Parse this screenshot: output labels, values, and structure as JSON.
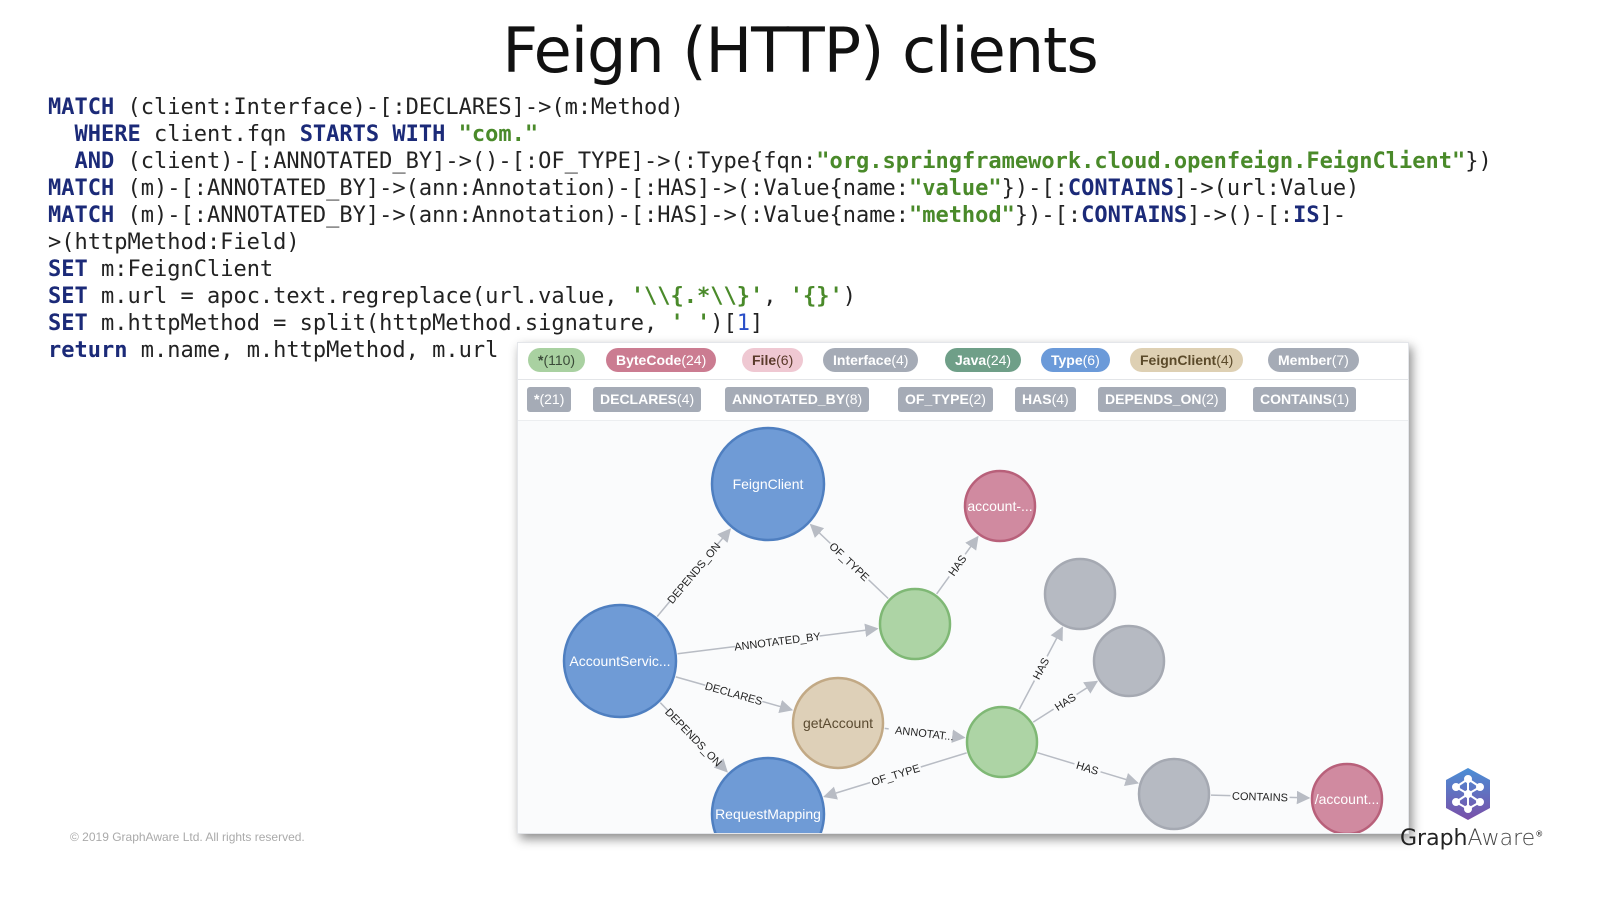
{
  "slide": {
    "title": "Feign (HTTP) clients",
    "footer": "© 2019 GraphAware Ltd. All rights reserved.",
    "logo": {
      "icon": "graphaware-hexagon-graph-icon",
      "brand_bold": "Graph",
      "brand_light": "Aware",
      "reg": "®"
    }
  },
  "code": {
    "lines": [
      [
        {
          "t": "kw",
          "v": "MATCH"
        },
        {
          "t": "p",
          "v": " (client:Interface)-[:DECLARES]->(m:Method)"
        }
      ],
      [
        {
          "t": "p",
          "v": "  "
        },
        {
          "t": "kw",
          "v": "WHERE"
        },
        {
          "t": "p",
          "v": " client.fqn "
        },
        {
          "t": "kw",
          "v": "STARTS WITH"
        },
        {
          "t": "p",
          "v": " "
        },
        {
          "t": "str",
          "v": "\"com.\""
        }
      ],
      [
        {
          "t": "p",
          "v": "  "
        },
        {
          "t": "kw",
          "v": "AND"
        },
        {
          "t": "p",
          "v": " (client)-[:ANNOTATED_BY]->()-[:OF_TYPE]->(:Type{fqn:"
        },
        {
          "t": "str",
          "v": "\"org.springframework.cloud.openfeign.FeignClient\""
        },
        {
          "t": "p",
          "v": "})"
        }
      ],
      [
        {
          "t": "kw",
          "v": "MATCH"
        },
        {
          "t": "p",
          "v": " (m)-[:ANNOTATED_BY]->(ann:Annotation)-[:HAS]->(:Value{name:"
        },
        {
          "t": "str",
          "v": "\"value\""
        },
        {
          "t": "p",
          "v": "})-[:"
        },
        {
          "t": "kw",
          "v": "CONTAINS"
        },
        {
          "t": "p",
          "v": "]->(url:Value)"
        }
      ],
      [
        {
          "t": "kw",
          "v": "MATCH"
        },
        {
          "t": "p",
          "v": " (m)-[:ANNOTATED_BY]->(ann:Annotation)-[:HAS]->(:Value{name:"
        },
        {
          "t": "str",
          "v": "\"method\""
        },
        {
          "t": "p",
          "v": "})-[:"
        },
        {
          "t": "kw",
          "v": "CONTAINS"
        },
        {
          "t": "p",
          "v": "]->()-[:"
        },
        {
          "t": "kw",
          "v": "IS"
        },
        {
          "t": "p",
          "v": "]-"
        }
      ],
      [
        {
          "t": "p",
          "v": ">(httpMethod:Field)"
        }
      ],
      [
        {
          "t": "kw",
          "v": "SET"
        },
        {
          "t": "p",
          "v": " m:FeignClient"
        }
      ],
      [
        {
          "t": "kw",
          "v": "SET"
        },
        {
          "t": "p",
          "v": " m.url = apoc.text.regreplace(url.value, "
        },
        {
          "t": "str",
          "v": "'\\\\{.*\\\\}'"
        },
        {
          "t": "p",
          "v": ", "
        },
        {
          "t": "str",
          "v": "'{}'"
        },
        {
          "t": "p",
          "v": ")"
        }
      ],
      [
        {
          "t": "kw",
          "v": "SET"
        },
        {
          "t": "p",
          "v": " m.httpMethod = split(httpMethod.signature, "
        },
        {
          "t": "str",
          "v": "' '"
        },
        {
          "t": "p",
          "v": ")["
        },
        {
          "t": "num",
          "v": "1"
        },
        {
          "t": "p",
          "v": "]"
        }
      ],
      [
        {
          "t": "kw",
          "v": "return"
        },
        {
          "t": "p",
          "v": " m.name, m.httpMethod, m.url"
        }
      ]
    ]
  },
  "browser": {
    "labels": [
      {
        "name": "*",
        "count": "(110)",
        "bg": "#a9d1a1",
        "fg": "#3a4a38"
      },
      {
        "name": "ByteCode",
        "count": "(24)",
        "bg": "#cb7c91",
        "fg": "#ffffff"
      },
      {
        "name": "File",
        "count": "(6)",
        "bg": "#efc8d2",
        "fg": "#5a3a2a"
      },
      {
        "name": "Interface",
        "count": "(4)",
        "bg": "#a5abb6",
        "fg": "#ffffff"
      },
      {
        "name": "Java",
        "count": "(24)",
        "bg": "#6f9f88",
        "fg": "#ffffff"
      },
      {
        "name": "Type",
        "count": "(6)",
        "bg": "#6b9ad9",
        "fg": "#ffffff"
      },
      {
        "name": "FeignClient",
        "count": "(4)",
        "bg": "#ded0b3",
        "fg": "#5b4a2a"
      },
      {
        "name": "Member",
        "count": "(7)",
        "bg": "#a5abb6",
        "fg": "#ffffff"
      }
    ],
    "relationships": [
      {
        "name": "*",
        "count": "(21)"
      },
      {
        "name": "DECLARES",
        "count": "(4)"
      },
      {
        "name": "ANNOTATED_BY",
        "count": "(8)"
      },
      {
        "name": "OF_TYPE",
        "count": "(2)"
      },
      {
        "name": "HAS",
        "count": "(4)"
      },
      {
        "name": "DEPENDS_ON",
        "count": "(2)"
      },
      {
        "name": "CONTAINS",
        "count": "(1)"
      }
    ],
    "colors": {
      "type": {
        "fill": "#6f9bd6",
        "stroke": "#4f7fc0",
        "text": "#ffffff"
      },
      "annotation": {
        "fill": "#add4a5",
        "stroke": "#7fb875",
        "text": "#ffffff"
      },
      "bytecode": {
        "fill": "#d08aa0",
        "stroke": "#b8607a",
        "text": "#ffffff"
      },
      "method": {
        "fill": "#ded0b8",
        "stroke": "#c2a985",
        "text": "#5a4a30"
      },
      "value": {
        "fill": "#b6bac2",
        "stroke": "#a5a9b2",
        "text": "#ffffff"
      },
      "edge": "#b8bcc4",
      "edge_label": "#222222"
    },
    "nodes": [
      {
        "id": "feign",
        "label": "FeignClient",
        "kind": "type"
      },
      {
        "id": "account_svc",
        "label": "AccountServic...",
        "kind": "type"
      },
      {
        "id": "request_mapping",
        "label": "RequestMapping",
        "kind": "type"
      },
      {
        "id": "get_account",
        "label": "getAccount",
        "kind": "method"
      },
      {
        "id": "ann1",
        "label": "",
        "kind": "annotation"
      },
      {
        "id": "ann2",
        "label": "",
        "kind": "annotation"
      },
      {
        "id": "account_name",
        "label": "account-...",
        "kind": "bytecode"
      },
      {
        "id": "v1",
        "label": "",
        "kind": "value"
      },
      {
        "id": "v2",
        "label": "",
        "kind": "value"
      },
      {
        "id": "v3",
        "label": "",
        "kind": "value"
      },
      {
        "id": "url",
        "label": "/account...",
        "kind": "bytecode"
      }
    ],
    "edges": [
      {
        "from": "account_svc",
        "to": "feign",
        "label": "DEPENDS_ON"
      },
      {
        "from": "ann1",
        "to": "feign",
        "label": "OF_TYPE"
      },
      {
        "from": "ann1",
        "to": "account_name",
        "label": "HAS"
      },
      {
        "from": "account_svc",
        "to": "ann1",
        "label": "ANNOTATED_BY"
      },
      {
        "from": "account_svc",
        "to": "get_account",
        "label": "DECLARES"
      },
      {
        "from": "account_svc",
        "to": "request_mapping",
        "label": "DEPENDS_ON"
      },
      {
        "from": "get_account",
        "to": "ann2",
        "label": "ANNOTAT..."
      },
      {
        "from": "ann2",
        "to": "request_mapping",
        "label": "OF_TYPE"
      },
      {
        "from": "ann2",
        "to": "v1",
        "label": "HAS"
      },
      {
        "from": "ann2",
        "to": "v2",
        "label": "HAS"
      },
      {
        "from": "ann2",
        "to": "v3",
        "label": "HAS"
      },
      {
        "from": "v3",
        "to": "url",
        "label": "CONTAINS"
      }
    ]
  }
}
